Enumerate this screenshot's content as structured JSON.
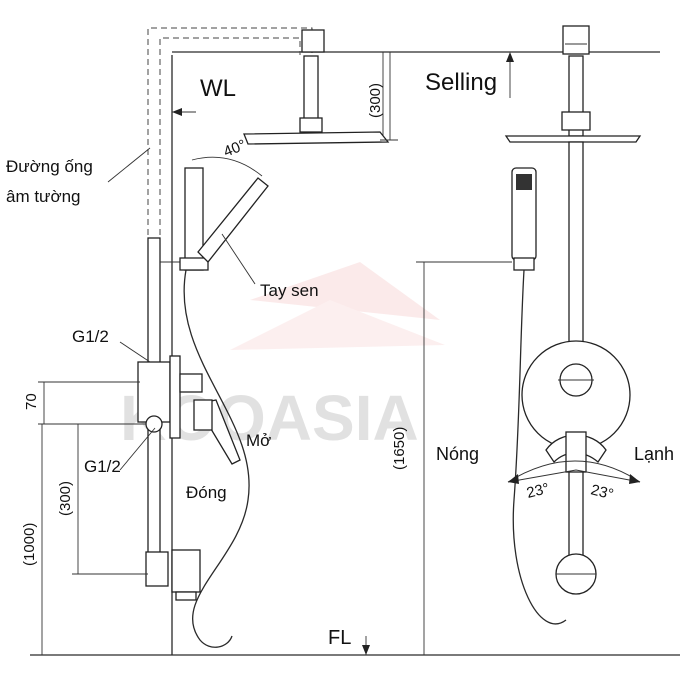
{
  "watermark": "KOOASIA",
  "labels": {
    "wl": "WL",
    "ceiling": "Selling",
    "fl": "FL",
    "concealed_pipe_line1": "Đường ống",
    "concealed_pipe_line2": "âm tường",
    "hand_shower": "Tay sen",
    "thread_top": "G1/2",
    "thread_bottom": "G1/2",
    "open": "Mở",
    "close": "Đóng",
    "hot": "Nóng",
    "cold": "Lạnh"
  },
  "dimensions": {
    "ceiling_gap": "(300)",
    "head_angle": "40°",
    "outlet_spacing": "70",
    "lower_gap": "(300)",
    "mixer_height": "(1000)",
    "hand_shower_height": "(1650)",
    "rotation_left": "23°",
    "rotation_right": "23°"
  }
}
